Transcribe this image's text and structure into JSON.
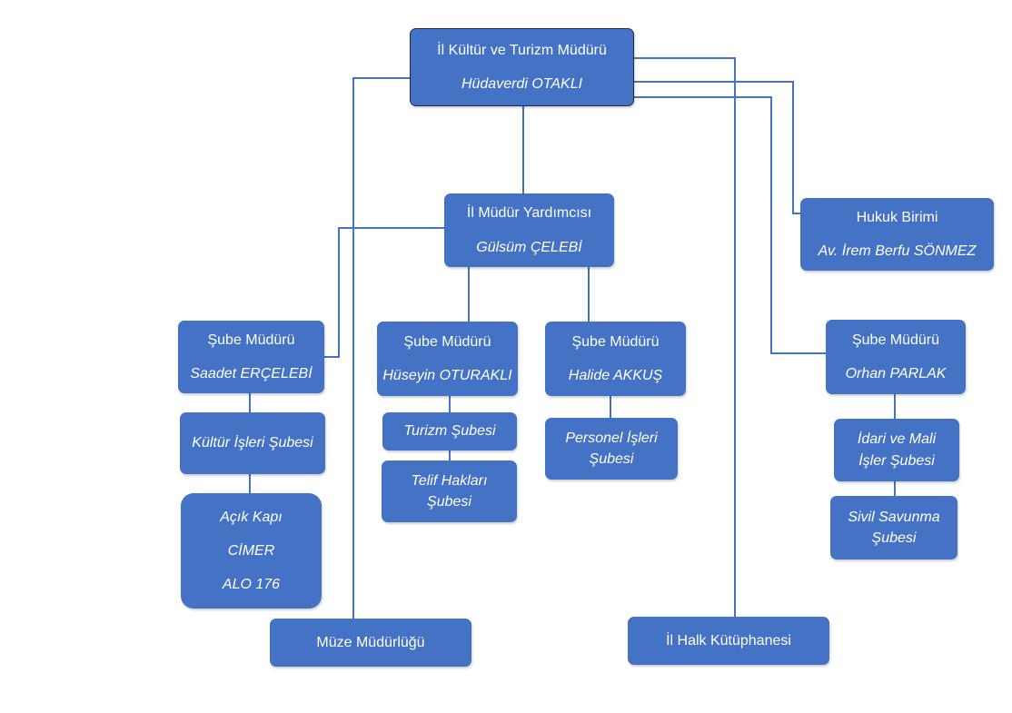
{
  "colors": {
    "box_fill": "#4472c4",
    "line": "#4472c4",
    "text": "#ffffff",
    "top_border": "#1f2a44"
  },
  "director": {
    "title": "İl Kültür ve Turizm Müdürü",
    "name": "Hüdaverdi OTAKLI"
  },
  "deputy": {
    "title": "İl Müdür Yardımcısı",
    "name": "Gülsüm ÇELEBİ"
  },
  "legal": {
    "title": "Hukuk Birimi",
    "name": "Av. İrem Berfu SÖNMEZ"
  },
  "branches": [
    {
      "title": "Şube Müdürü",
      "name": "Saadet ERÇELEBİ",
      "units": [
        {
          "lines": [
            "Kültür İşleri Şubesi"
          ]
        },
        {
          "lines": [
            "Açık Kapı",
            "CİMER",
            "ALO 176"
          ]
        }
      ]
    },
    {
      "title": "Şube Müdürü",
      "name": "Hüseyin OTURAKLI",
      "units": [
        {
          "lines": [
            "Turizm Şubesi"
          ]
        },
        {
          "lines": [
            "Telif Hakları",
            "Şubesi"
          ]
        }
      ]
    },
    {
      "title": "Şube Müdürü",
      "name": "Halide AKKUŞ",
      "units": [
        {
          "lines": [
            "Personel İşleri",
            "Şubesi"
          ]
        }
      ]
    },
    {
      "title": "Şube Müdürü",
      "name": "Orhan PARLAK",
      "units": [
        {
          "lines": [
            "İdari ve Mali",
            "İşler Şubesi"
          ]
        },
        {
          "lines": [
            "Sivil Savunma",
            "Şubesi"
          ]
        }
      ]
    }
  ],
  "museum": {
    "title": "Müze Müdürlüğü"
  },
  "library": {
    "title": "İl Halk Kütüphanesi"
  }
}
